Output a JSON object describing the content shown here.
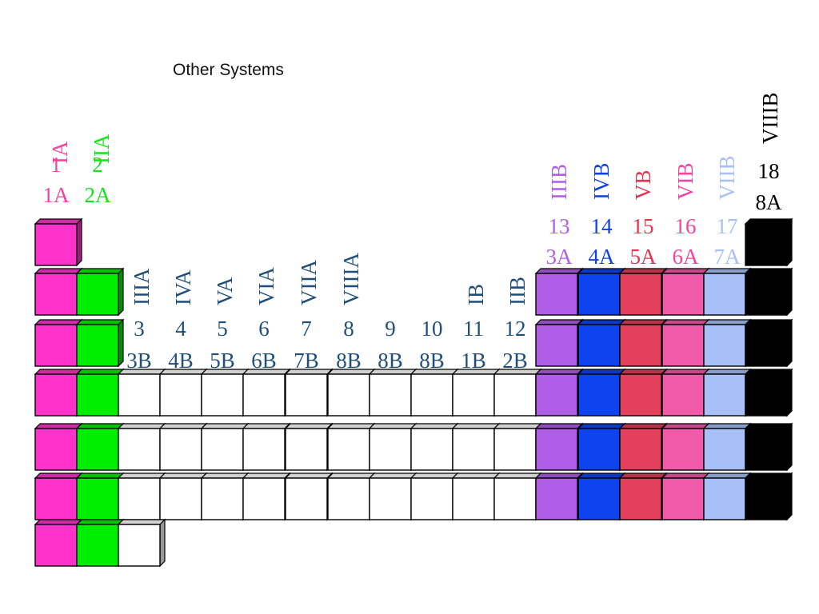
{
  "title": "Other Systems",
  "colors": {
    "group_1": "#ff33cc",
    "group_2": "#00ee00",
    "transition": "#ffffff",
    "group_13": "#b05ee8",
    "group_14": "#0e44f0",
    "group_15": "#e2405c",
    "group_16": "#f25aaa",
    "group_17": "#a7c0f7",
    "group_18": "#000000",
    "transition_labels": "#1f4e79"
  },
  "column_labels": [
    {
      "roman": "IA",
      "number": "1",
      "alt": "1A",
      "color": "#f0449e"
    },
    {
      "roman": "IIA",
      "number": "2",
      "alt": "2A",
      "color": "#15e41c"
    },
    {
      "roman": "IIIA",
      "number": "3",
      "alt": "3B",
      "color": "#1f4e79"
    },
    {
      "roman": "IVA",
      "number": "4",
      "alt": "4B",
      "color": "#1f4e79"
    },
    {
      "roman": "VA",
      "number": "5",
      "alt": "5B",
      "color": "#1f4e79"
    },
    {
      "roman": "VIA",
      "number": "6",
      "alt": "6B",
      "color": "#1f4e79"
    },
    {
      "roman": "VIIA",
      "number": "7",
      "alt": "7B",
      "color": "#1f4e79"
    },
    {
      "roman": "VIIIA",
      "number": "8",
      "alt": "8B",
      "color": "#1f4e79"
    },
    {
      "roman": "",
      "number": "9",
      "alt": "8B",
      "color": "#1f4e79"
    },
    {
      "roman": "",
      "number": "10",
      "alt": "8B",
      "color": "#1f4e79"
    },
    {
      "roman": "IB",
      "number": "11",
      "alt": "1B",
      "color": "#1f4e79"
    },
    {
      "roman": "IIB",
      "number": "12",
      "alt": "2B",
      "color": "#1f4e79"
    },
    {
      "roman": "IIIB",
      "number": "13",
      "alt": "3A",
      "color": "#b05ee8"
    },
    {
      "roman": "IVB",
      "number": "14",
      "alt": "4A",
      "color": "#1040e0"
    },
    {
      "roman": "VB",
      "number": "15",
      "alt": "5A",
      "color": "#e2334f"
    },
    {
      "roman": "VIB",
      "number": "16",
      "alt": "6A",
      "color": "#f0449e"
    },
    {
      "roman": "VIIB",
      "number": "17",
      "alt": "7A",
      "color": "#a7c0f7"
    },
    {
      "roman": "VIIIB",
      "number": "18",
      "alt": "8A",
      "color": "#000000"
    }
  ]
}
